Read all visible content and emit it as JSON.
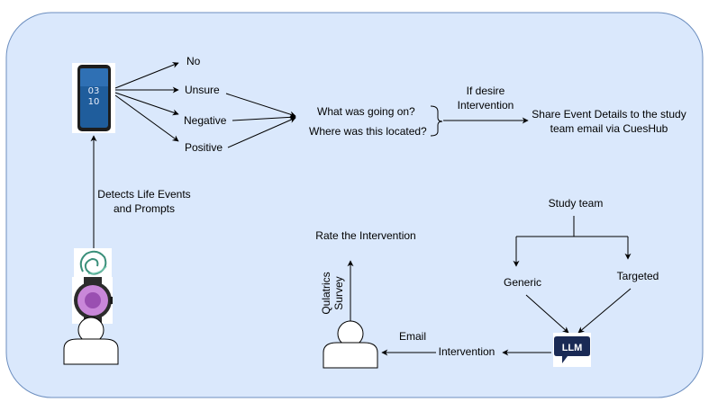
{
  "colors": {
    "canvas_fill": "#dae8fc",
    "canvas_stroke": "#6c8ebf",
    "arrow": "#000000",
    "phone_screen": "#1f5d9c",
    "llm_badge": "#1a2a55",
    "watch_face": "#c987d9"
  },
  "icons": {
    "phone": "smartphone-icon",
    "app_logo": "cueshub-logo-icon",
    "watch": "smartwatch-icon",
    "user_left": "person-icon",
    "user_right": "person-icon",
    "llm": "llm-chat-icon"
  },
  "phone": {
    "hour": "03",
    "minute": "10"
  },
  "responses": {
    "no": "No",
    "unsure": "Unsure",
    "negative": "Negative",
    "positive": "Positive"
  },
  "questions": {
    "q1": "What was going on?",
    "q2": "Where was this located?"
  },
  "condition": {
    "line1": "If desire",
    "line2": "Intervention"
  },
  "share": {
    "line1": "Share Event Details to the study",
    "line2": "team email via CuesHub"
  },
  "detects": {
    "line1": "Detects Life Events",
    "line2": "and Prompts"
  },
  "study_team": "Study team",
  "generic": "Generic",
  "targeted": "Targeted",
  "llm_label": "LLM",
  "intervention": "Intervention",
  "email": "Email",
  "survey": {
    "line1": "Qulatrics",
    "line2": "Survey"
  },
  "rate": "Rate the Intervention"
}
